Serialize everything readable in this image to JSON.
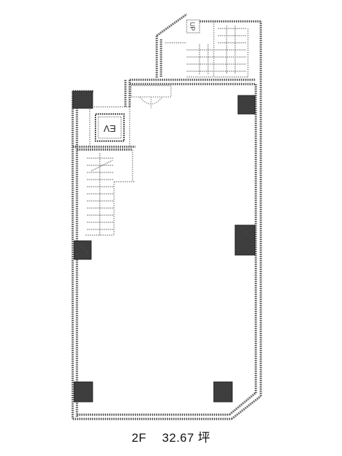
{
  "plan": {
    "floor": "2F",
    "area": "32.67 坪",
    "elevator_label": "EV",
    "stair_marker": "UP"
  },
  "colors": {
    "wall": "#6f6f6f",
    "column": "#2e2e2e",
    "background": "#ffffff",
    "text": "#111111"
  }
}
